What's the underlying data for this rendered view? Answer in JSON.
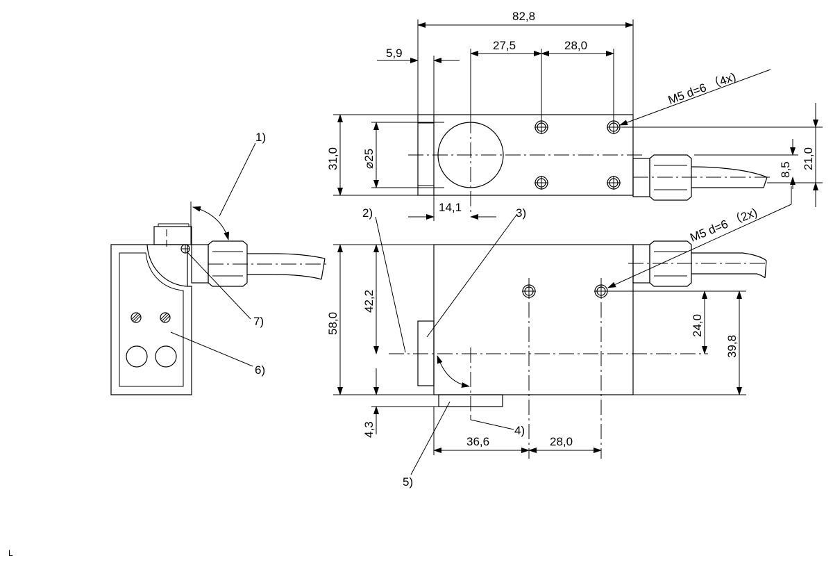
{
  "dimensions": {
    "width_total": "82,8",
    "offset_left": "5,9",
    "hole_spacing_a": "27,5",
    "hole_spacing_b": "28,0",
    "height_top": "31,0",
    "diameter": "25",
    "center_offset": "14,1",
    "cable_offset": "8,5",
    "hole_height_top": "21,0",
    "height_front": "58,0",
    "height_to_axis": "42,2",
    "foot_height": "4,3",
    "hole_height_front": "24,0",
    "hole_height_total": "39,8",
    "bottom_dist_a": "36,6",
    "bottom_dist_b": "28,0"
  },
  "callouts": {
    "screw_top": "M5 d=6 （4x)",
    "screw_front": "M5 d=6 （2x)",
    "c1": "1)",
    "c2": "2)",
    "c3": "3)",
    "c4": "4)",
    "c5": "5)",
    "c6": "6)",
    "c7": "7)"
  },
  "symbols": {
    "diameter_symbol": "⌀"
  },
  "corner_mark": "L"
}
